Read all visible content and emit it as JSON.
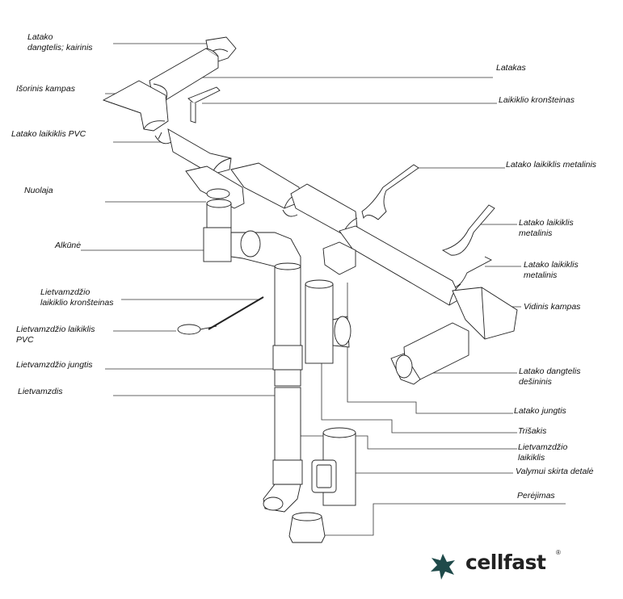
{
  "labels": {
    "latako_dangtelis_kairinis": [
      "Latako",
      "dangtelis; kairinis"
    ],
    "latakas": [
      "Latakas"
    ],
    "isorinis_kampas": [
      "Išorinis kampas"
    ],
    "laikiklio_kronsteinas": [
      "Laikiklio kronšteinas"
    ],
    "latako_laikiklis_pvc": [
      "Latako laikiklis PVC"
    ],
    "latako_laikiklis_metalinis_1": [
      "Latako laikiklis metalinis"
    ],
    "nuolaja": [
      "Nuolaja"
    ],
    "latako_laikiklis_metalinis_2": [
      "Latako laikiklis",
      "metalinis"
    ],
    "alkune": [
      "Alkūnė"
    ],
    "latako_laikiklis_metalinis_3": [
      "Latako laikiklis",
      "metalinis"
    ],
    "lietvamzdzio_laikiklio_kronsteinas": [
      "Lietvamzdžio",
      "laikiklio kronšteinas"
    ],
    "vidinis_kampas": [
      "Vidinis kampas"
    ],
    "lietvamzdzio_laikiklis_pvc": [
      "Lietvamzdžio laikiklis",
      "PVC"
    ],
    "lietvamzdzio_jungtis": [
      "Lietvamzdžio jungtis"
    ],
    "latako_dangtelis_desininis": [
      "Latako dangtelis",
      "dešininis"
    ],
    "lietvamzdis": [
      "Lietvamzdis"
    ],
    "latako_jungtis": [
      "Latako jungtis"
    ],
    "trisakis": [
      "Trišakis"
    ],
    "lietvamzdzio_laikiklis": [
      "Lietvamzdžio",
      "laikiklis"
    ],
    "valymui_skirta_detale": [
      "Valymui skirta detalė"
    ],
    "perejimas": [
      "Perėjimas"
    ]
  },
  "logo": {
    "text": "cellfast",
    "reg": "®",
    "colors": {
      "mark": "#1f4a4a",
      "text": "#222222"
    }
  }
}
